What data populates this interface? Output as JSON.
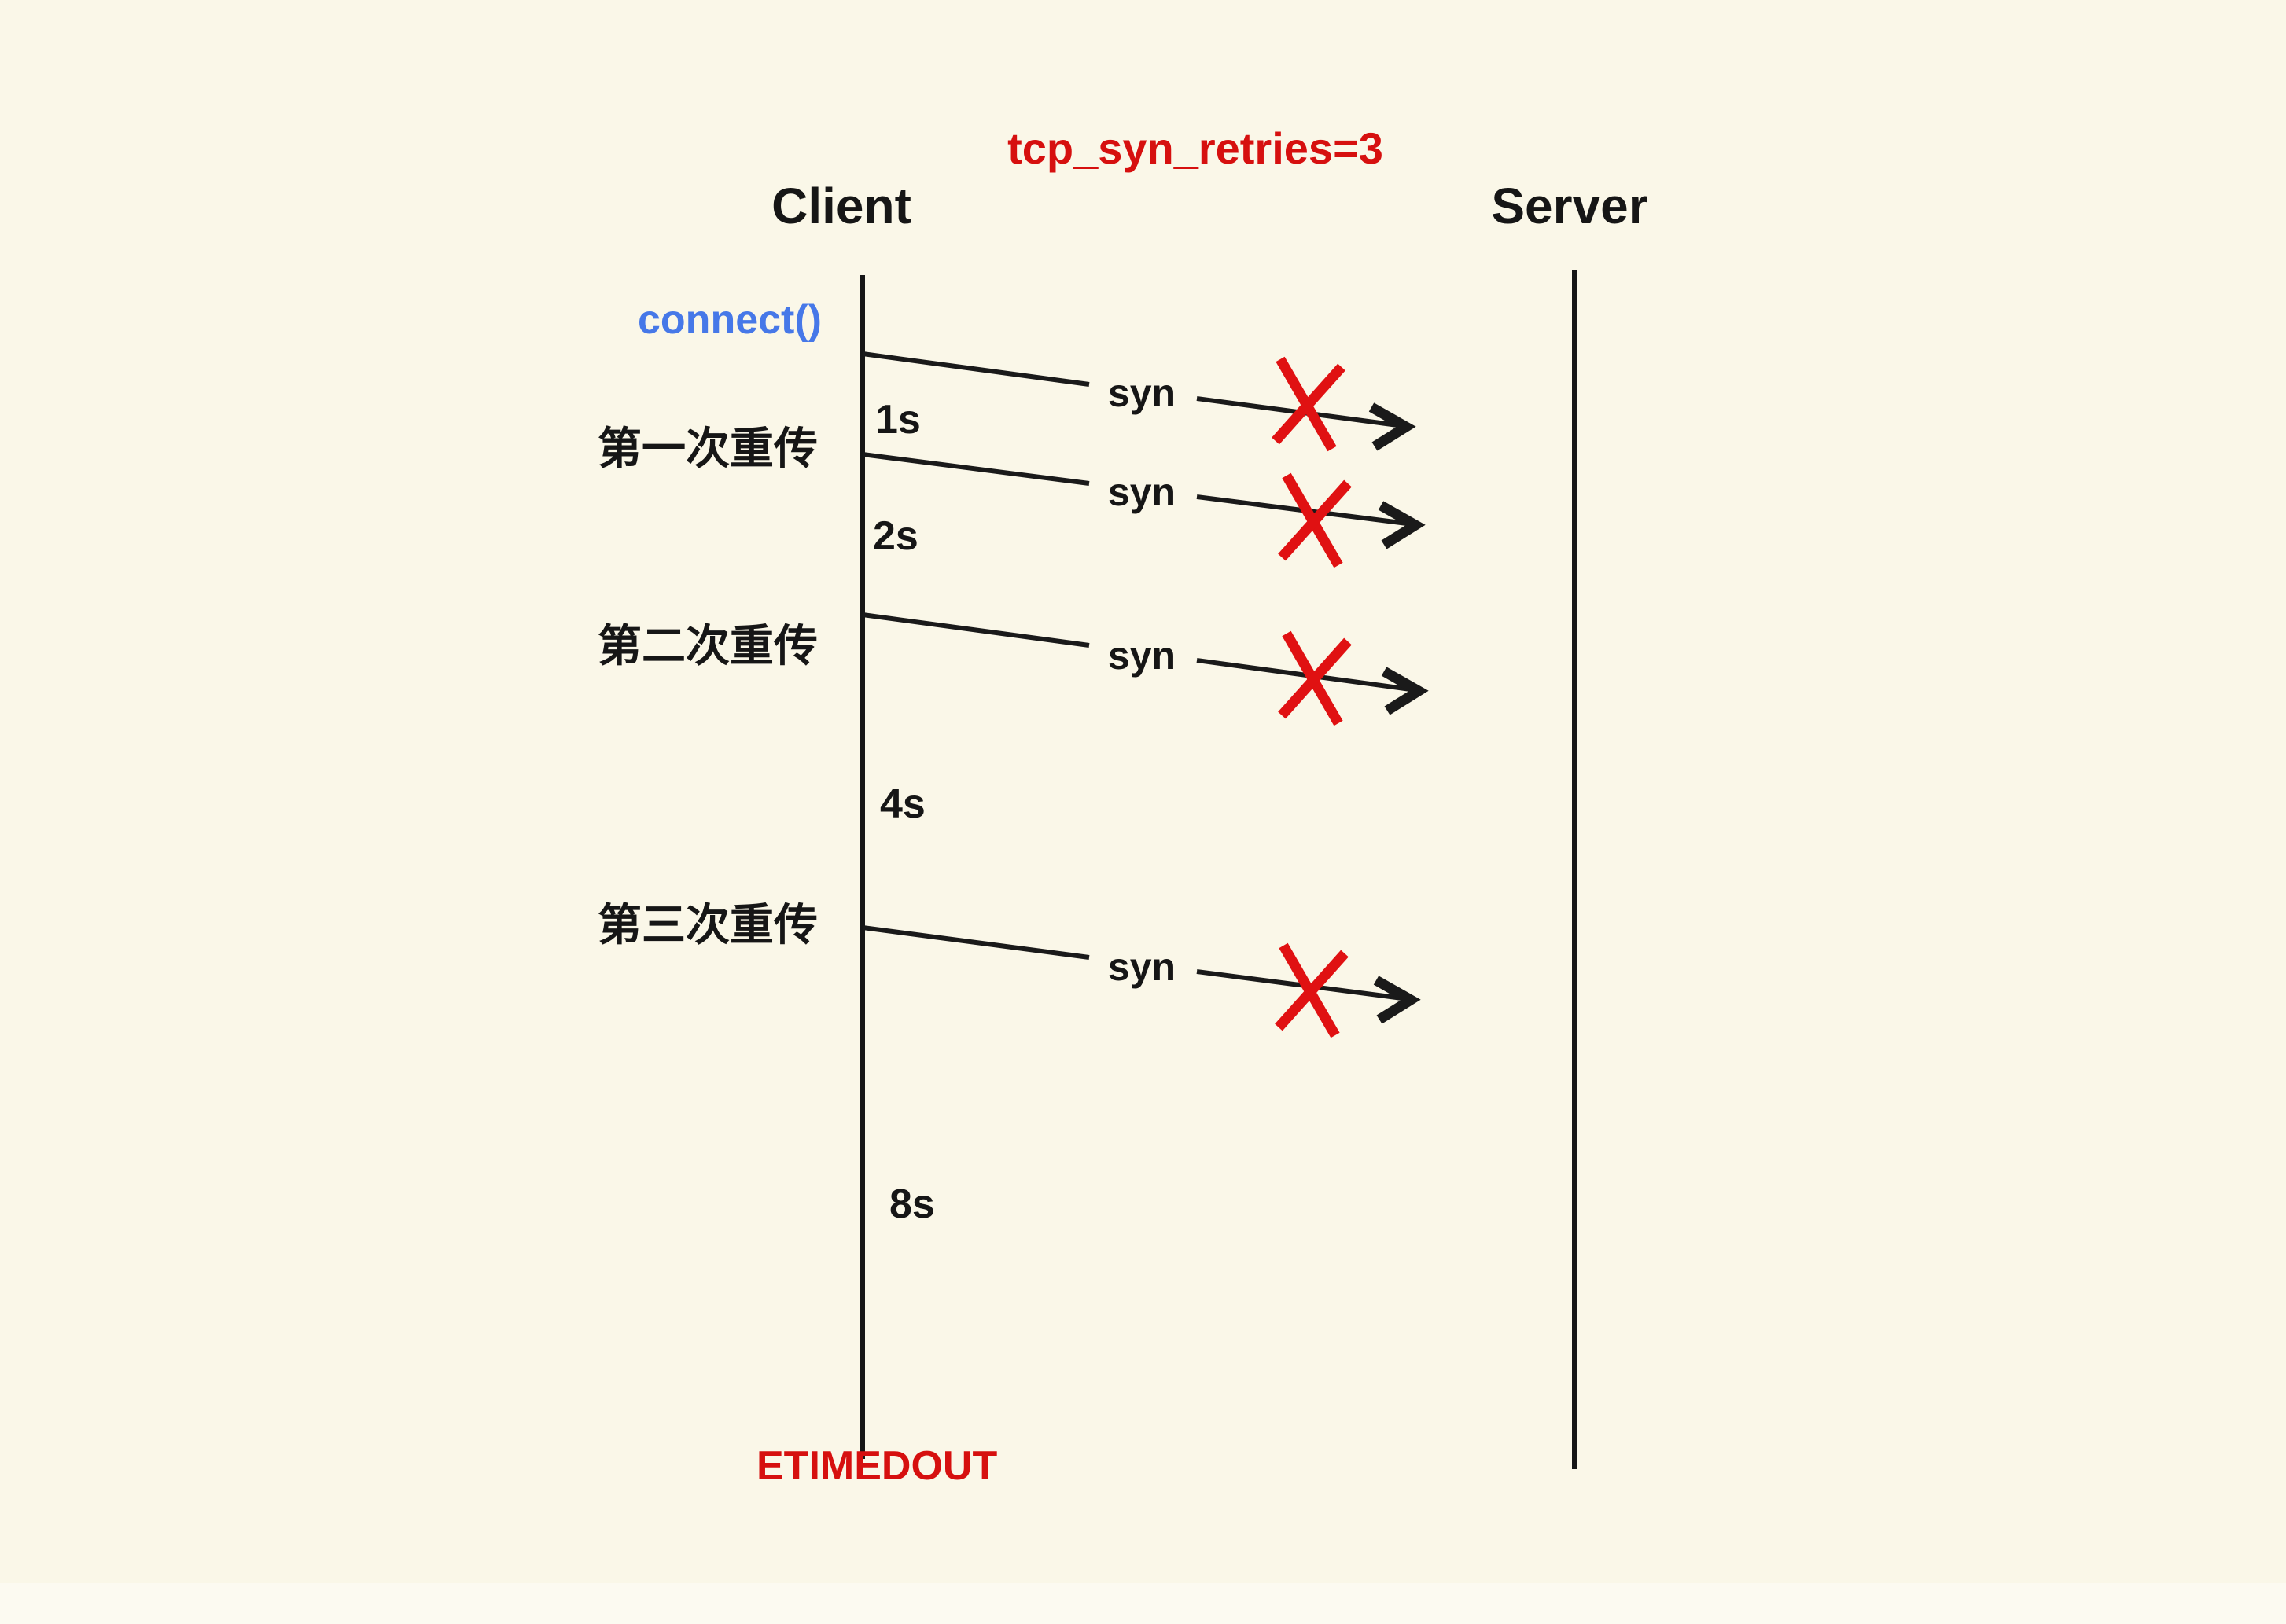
{
  "colors": {
    "background": "#FAF7E8",
    "background_bottom_strip": "#FCFAF1",
    "ink": "#161616",
    "red": "#D6100F",
    "x_red": "#E01112",
    "blue": "#4678E8"
  },
  "title": {
    "text": "tcp_syn_retries=3"
  },
  "participants": {
    "client": "Client",
    "server": "Server"
  },
  "connect_label": "connect()",
  "syn_attempts": [
    {
      "label": "syn",
      "result": "lost"
    },
    {
      "label": "syn",
      "result": "lost"
    },
    {
      "label": "syn",
      "result": "lost"
    },
    {
      "label": "syn",
      "result": "lost"
    }
  ],
  "timeouts": [
    "1s",
    "2s",
    "4s",
    "8s"
  ],
  "retransmissions": [
    "第一次重传",
    "第二次重传",
    "第三次重传"
  ],
  "error_label": "ETIMEDOUT"
}
